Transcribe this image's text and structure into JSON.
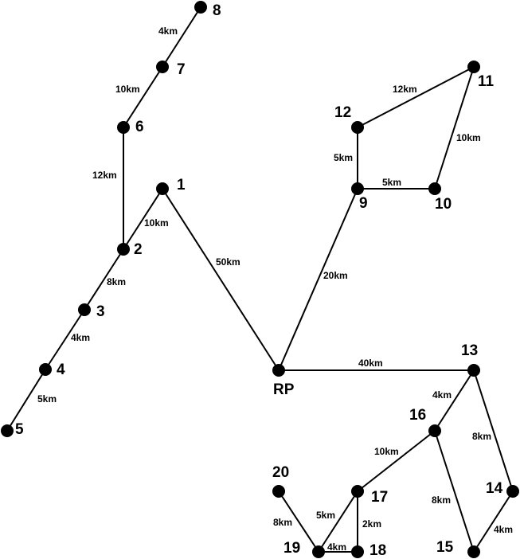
{
  "graph": {
    "nodes": [
      {
        "id": "RP",
        "label": "RP"
      },
      {
        "id": "1",
        "label": "1"
      },
      {
        "id": "2",
        "label": "2"
      },
      {
        "id": "3",
        "label": "3"
      },
      {
        "id": "4",
        "label": "4"
      },
      {
        "id": "5",
        "label": "5"
      },
      {
        "id": "6",
        "label": "6"
      },
      {
        "id": "7",
        "label": "7"
      },
      {
        "id": "8",
        "label": "8"
      },
      {
        "id": "9",
        "label": "9"
      },
      {
        "id": "10",
        "label": "10"
      },
      {
        "id": "11",
        "label": "11"
      },
      {
        "id": "12",
        "label": "12"
      },
      {
        "id": "13",
        "label": "13"
      },
      {
        "id": "14",
        "label": "14"
      },
      {
        "id": "15",
        "label": "15"
      },
      {
        "id": "16",
        "label": "16"
      },
      {
        "id": "17",
        "label": "17"
      },
      {
        "id": "18",
        "label": "18"
      },
      {
        "id": "19",
        "label": "19"
      },
      {
        "id": "20",
        "label": "20"
      }
    ],
    "edges": [
      {
        "from": "8",
        "to": "7",
        "label": "4km"
      },
      {
        "from": "7",
        "to": "6",
        "label": "10km"
      },
      {
        "from": "6",
        "to": "2",
        "label": "12km"
      },
      {
        "from": "1",
        "to": "2",
        "label": "10km"
      },
      {
        "from": "1",
        "to": "RP",
        "label": "50km"
      },
      {
        "from": "2",
        "to": "3",
        "label": "8km"
      },
      {
        "from": "3",
        "to": "4",
        "label": "4km"
      },
      {
        "from": "4",
        "to": "5",
        "label": "5km"
      },
      {
        "from": "12",
        "to": "11",
        "label": "12km"
      },
      {
        "from": "11",
        "to": "10",
        "label": "10km"
      },
      {
        "from": "12",
        "to": "9",
        "label": "5km"
      },
      {
        "from": "9",
        "to": "10",
        "label": "5km"
      },
      {
        "from": "9",
        "to": "RP",
        "label": "20km"
      },
      {
        "from": "RP",
        "to": "13",
        "label": "40km"
      },
      {
        "from": "13",
        "to": "16",
        "label": "4km"
      },
      {
        "from": "13",
        "to": "14",
        "label": "8km"
      },
      {
        "from": "16",
        "to": "17",
        "label": "10km"
      },
      {
        "from": "16",
        "to": "15",
        "label": "8km"
      },
      {
        "from": "14",
        "to": "15",
        "label": "4km"
      },
      {
        "from": "20",
        "to": "19",
        "label": "8km"
      },
      {
        "from": "17",
        "to": "19",
        "label": "5km"
      },
      {
        "from": "17",
        "to": "18",
        "label": "2km"
      },
      {
        "from": "19",
        "to": "18",
        "label": "4km"
      }
    ]
  }
}
